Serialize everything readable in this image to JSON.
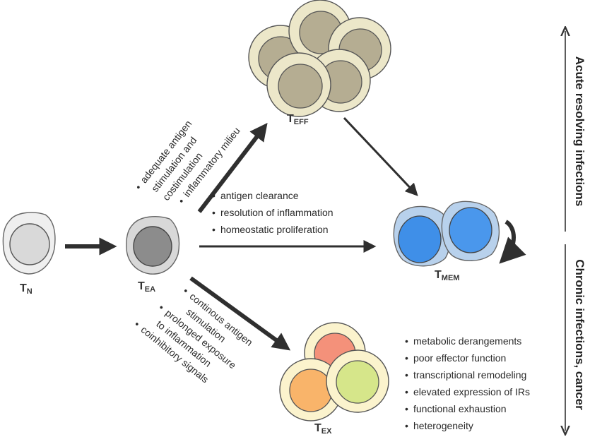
{
  "cells": {
    "naive": {
      "main": "T",
      "sub": "N"
    },
    "early_activated": {
      "main": "T",
      "sub": "EA"
    },
    "effector": {
      "main": "T",
      "sub": "EFF"
    },
    "memory": {
      "main": "T",
      "sub": "MEM"
    },
    "exhausted": {
      "main": "T",
      "sub": "EX"
    }
  },
  "to_effector_conditions": [
    "adequate antigen",
    "stimulation and",
    "costimulation",
    "inflammatory milieu"
  ],
  "to_memory_conditions": [
    "antigen clearance",
    "resolution of inflammation",
    "homeostatic proliferation"
  ],
  "to_exhausted_conditions": [
    "continous antigen",
    "stimulation",
    "prolonged exposure",
    "to inflammation",
    "coinhibitory signals"
  ],
  "exhaustion_features": [
    "metabolic derangements",
    "poor effector function",
    "transcriptional remodeling",
    "elevated expression of IRs",
    "functional exhaustion",
    "heterogeneity"
  ],
  "side_labels": {
    "acute": "Acute resolving infections",
    "chronic": "Chronic infections, cancer"
  },
  "bullet": "•",
  "colors": {
    "naive_nucleus": "#d9d9d9",
    "ea_nucleus": "#8c8c8c",
    "effector_cell": "#ece7c9",
    "effector_nucleus": "#b5ad92",
    "memory_cell": "#b8d1ec",
    "memory_nucleus": "#3f8fe8",
    "exhausted_cell": "#fbf3cd",
    "ex_nucleus_red": "#f4917a",
    "ex_nucleus_orange": "#f9b46a",
    "ex_nucleus_green": "#d6e68a",
    "arrow": "#2f2f2f"
  }
}
